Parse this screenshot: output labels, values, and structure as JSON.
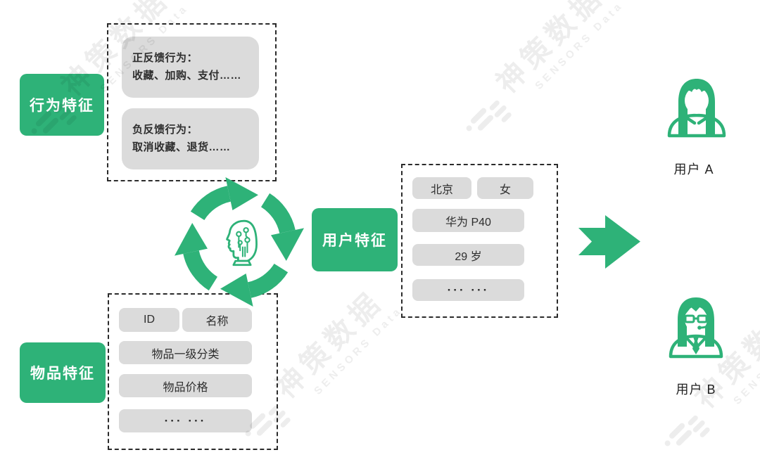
{
  "colors": {
    "green": "#2EB278",
    "card_gray": "#DBDBDB",
    "text_dark": "#2E2E2E",
    "watermark_gray": "#ECECEC"
  },
  "watermark": {
    "cn": "神策数据",
    "en": "SENSORS Data"
  },
  "behavior": {
    "label": "行为特征",
    "cards": [
      {
        "title": "正反馈行为：",
        "desc": "收藏、加购、支付……"
      },
      {
        "title": "负反馈行为：",
        "desc": "取消收藏、退货……"
      }
    ]
  },
  "item": {
    "label": "物品特征",
    "pills": {
      "id": "ID",
      "name": "名称",
      "category": "物品一级分类",
      "price": "物品价格",
      "more": "··· ···"
    }
  },
  "user": {
    "label": "用户特征",
    "pills": {
      "city": "北京",
      "gender": "女",
      "device": "华为 P40",
      "age": "29 岁",
      "more": "··· ···"
    }
  },
  "output": {
    "user_a": "用户 A",
    "user_b": "用户 B"
  },
  "icons": {
    "center": "ai-head-icon",
    "cycle": "cycle-arrows-icon",
    "arrow": "big-right-arrow-icon",
    "avatar_a": "female-avatar-icon",
    "avatar_b": "glasses-headset-avatar-icon"
  }
}
